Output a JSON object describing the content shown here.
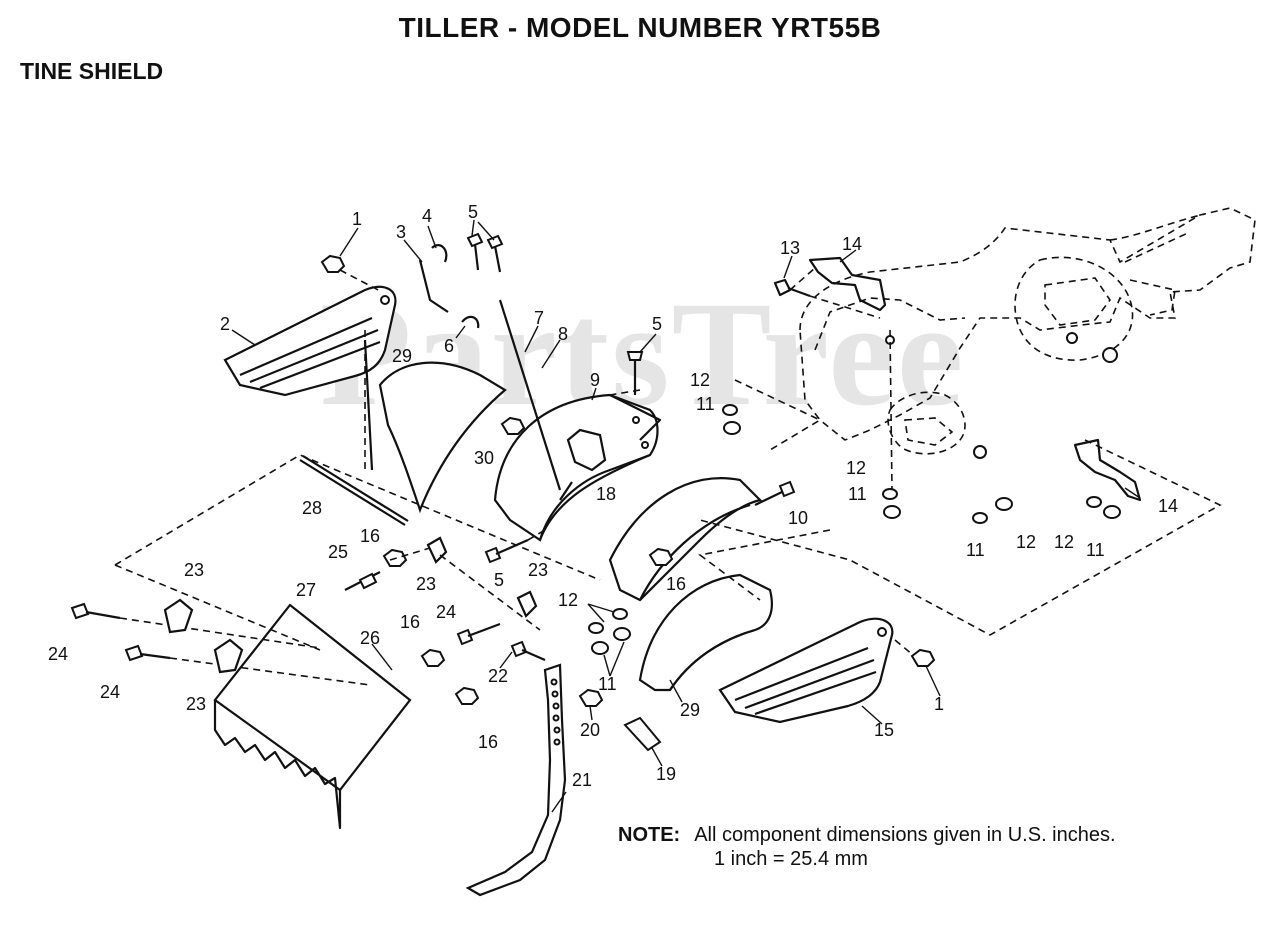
{
  "title": "TILLER - MODEL NUMBER YRT55B",
  "subtitle": "TINE SHIELD",
  "watermark": "PartsTree",
  "note": {
    "label": "NOTE:",
    "line1": "All component dimensions given in U.S. inches.",
    "line2": "1 inch = 25.4 mm"
  },
  "callouts": {
    "c1a": "1",
    "c1b": "1",
    "c2": "2",
    "c3": "3",
    "c4": "4",
    "c5a": "5",
    "c5b": "5",
    "c5c": "5",
    "c6": "6",
    "c7": "7",
    "c8": "8",
    "c9": "9",
    "c10": "10",
    "c11a": "11",
    "c11b": "11",
    "c11c": "11",
    "c11d": "11",
    "c11e": "11",
    "c12a": "12",
    "c12b": "12",
    "c12c": "12",
    "c12d": "12",
    "c12e": "12",
    "c13": "13",
    "c14a": "14",
    "c14b": "14",
    "c15": "15",
    "c16a": "16",
    "c16b": "16",
    "c16c": "16",
    "c16d": "16",
    "c18": "18",
    "c19": "19",
    "c20": "20",
    "c21": "21",
    "c22": "22",
    "c23a": "23",
    "c23b": "23",
    "c23c": "23",
    "c23d": "23",
    "c24a": "24",
    "c24b": "24",
    "c24c": "24",
    "c25": "25",
    "c26": "26",
    "c27": "27",
    "c28": "28",
    "c29a": "29",
    "c29b": "29",
    "c30": "30"
  }
}
